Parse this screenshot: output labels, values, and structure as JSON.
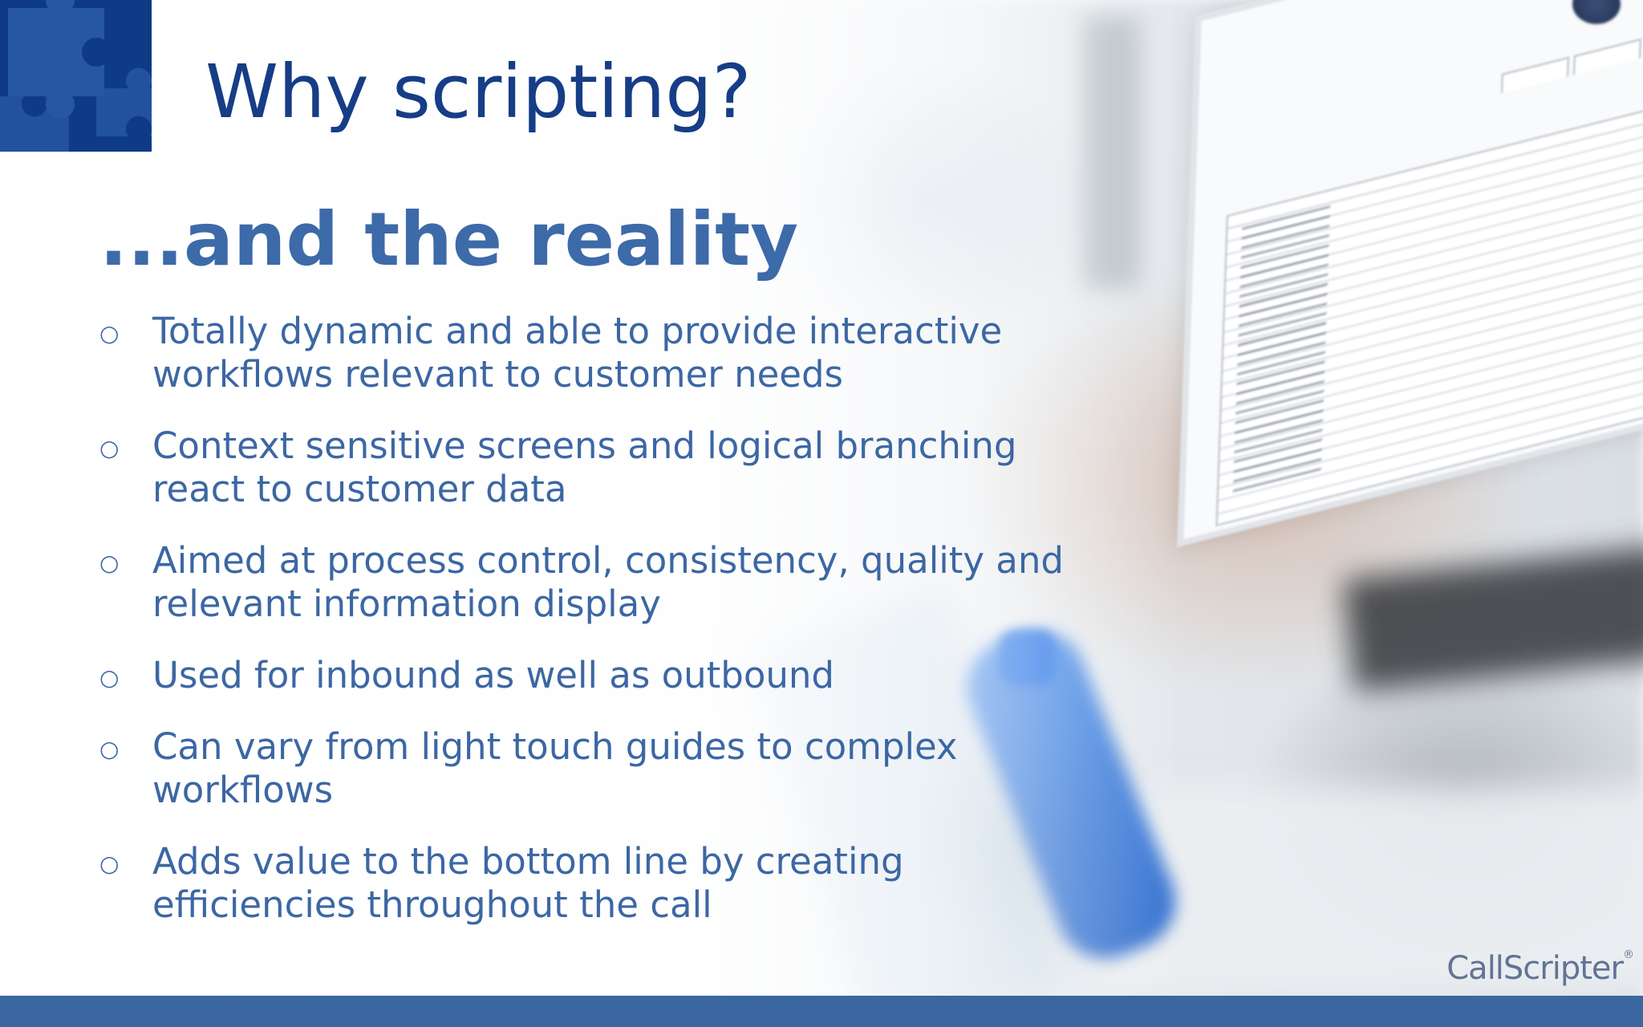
{
  "slide": {
    "title": "Why scripting?",
    "subtitle": "...and the reality",
    "bullet_marker": "○",
    "bullets": [
      {
        "line1": "Totally dynamic and able to provide interactive",
        "line2": "workflows relevant to customer needs"
      },
      {
        "line1": "Context sensitive screens and logical branching",
        "line2": "react to customer data"
      },
      {
        "line1": "Aimed at process control, consistency, quality and",
        "line2": "relevant information display"
      },
      {
        "line1": "Used for inbound as well as outbound",
        "line2": ""
      },
      {
        "line1": "Can vary from light touch guides to complex",
        "line2": "workflows"
      },
      {
        "line1": "Adds value to the bottom line by creating",
        "line2": "efficiencies throughout the call"
      }
    ]
  },
  "brand": {
    "name": "CallScripter",
    "trademark": "®"
  },
  "colors": {
    "title": "#163d86",
    "accent": "#3d6aa8",
    "logo_square": "#0e3a86",
    "footer_bar": "#3a679f"
  },
  "icons": {
    "logo": "puzzle-pieces-icon",
    "bullet": "hollow-circle-bullet"
  }
}
